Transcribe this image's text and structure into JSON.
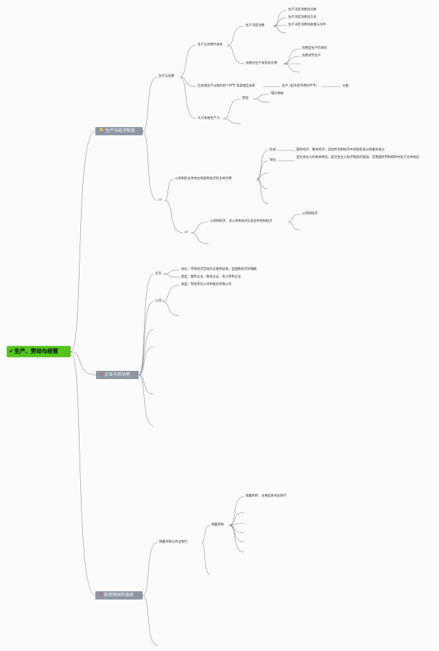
{
  "root": {
    "icon": "check-icon",
    "label": "生产、劳动与经营"
  },
  "branches": {
    "b1": {
      "label": "生产与经济制度",
      "icon": "lightbulb-icon"
    },
    "b2": {
      "label": "企业与劳动者",
      "icon": "tools-icon"
    },
    "b3": {
      "label": "投资理财的选择",
      "icon": "tools-icon"
    }
  },
  "nodes": {
    "n_shengchan_xiaofei": "生产与消费",
    "n_scxf_guanxi": "生产与消费的关系",
    "n_jueding": "生产决定消费",
    "n_jd1": "生产决定消费的对象",
    "n_jd2": "生产决定消费的方式",
    "n_jd3": "生产决定消费的质量与水平",
    "n_fanzuoyong": "消费对生产具有反作用",
    "n_fz1": "消费是生产的目的",
    "n_fz2": "消费调节生产",
    "n_sige": "社会再生产过程的四个环节 及其相互关系",
    "n_shengchan_p": "生产 (起决定作用的环节)",
    "n_fenpei": "分配",
    "n_dali": "大力发展生产力",
    "n_yuanyin": "原因",
    "n_lilun": "理论依据",
    "n_cn1": "cn",
    "n_gongyouzhi": "公有制的主体地位和国有经济的主导作用",
    "n_xingshi": "形式",
    "n_xingshi_v": "国有经济、集体经济、混合所有制经济中的国有成分和集体成分",
    "n_diwei": "地位",
    "n_diwei_v": "是社会主义的根本特征，是社会主义经济制度的基础，在我国所有制结构中处于主体地位",
    "n_cn2": "cn",
    "n_feigong": "公有制经济、非公有制经济&混合所有制经济",
    "n_gongjingji": "公有制经济",
    "n_qiye": "企业",
    "n_qy_diwei": "地位：市场经济活动的主要参加者，是国民经济的细胞",
    "n_qy_leixing": "类型：国有企业、集体企业、非公有制企业",
    "n_gongsi": "公司",
    "n_gs_leixing": "类型：有限责任公司和股份有限公司",
    "n_chuxu_bank": "储蓄存款与商业银行",
    "n_chuxu": "储蓄存款",
    "n_chuxu_jigou": "储蓄机构：主要是各商业银行"
  }
}
